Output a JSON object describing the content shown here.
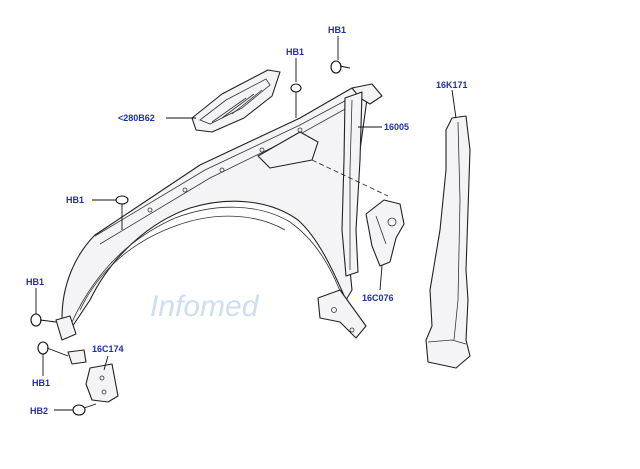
{
  "watermark": "Infomed",
  "callouts": {
    "hb1_top_right": "HB1",
    "hb1_top_mid": "HB1",
    "part_280b62": "<280B62",
    "part_16005": "16005",
    "part_16k171": "16K171",
    "hb1_left_mid": "HB1",
    "hb1_left_low": "HB1",
    "part_16c174": "16C174",
    "hb1_bottom": "HB1",
    "part_16c076": "16C076",
    "hb2_bottom": "HB2"
  }
}
